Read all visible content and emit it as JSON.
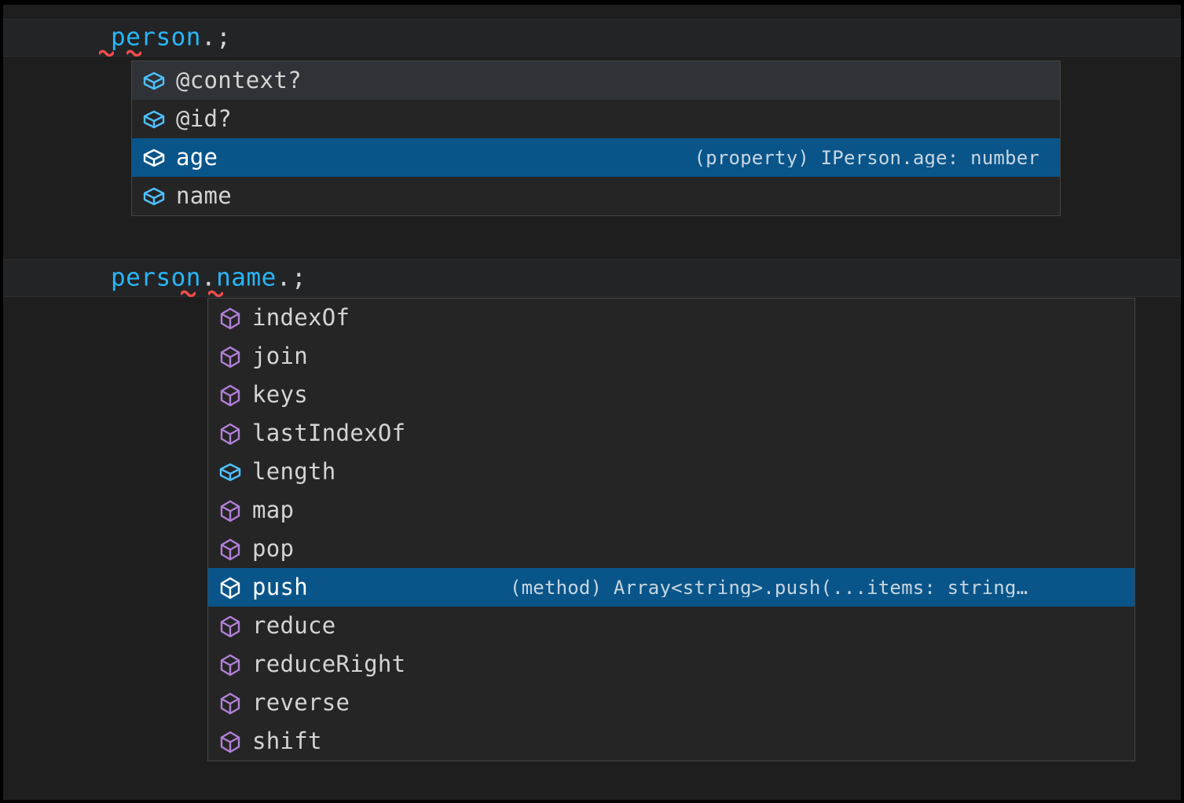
{
  "editor": {
    "background_color": "#1e1e1e",
    "selection_color": "#09558a",
    "identifier_color": "#29b6f6",
    "punctuation_color": "#d4d4d4",
    "error_squiggle_color": "#f14c4c",
    "method_icon_color": "#b180d7",
    "property_icon_color": "#4fc1ff",
    "selected_icon_color": "#ffffff"
  },
  "lines": [
    {
      "id": "line-1",
      "segments": [
        {
          "text": "person",
          "kind": "identifier"
        },
        {
          "text": ".;",
          "kind": "punctuation"
        }
      ],
      "full_text": "person.;"
    },
    {
      "id": "line-2",
      "segments": [
        {
          "text": "person",
          "kind": "identifier"
        },
        {
          "text": ".",
          "kind": "punctuation"
        },
        {
          "text": "name",
          "kind": "identifier"
        },
        {
          "text": ".;",
          "kind": "punctuation"
        }
      ],
      "full_text": "person.name.;"
    }
  ],
  "suggest_widgets": [
    {
      "id": "suggest-widget-person",
      "items": [
        {
          "label": "@context?",
          "icon": "property-cube-icon",
          "icon_kind": "property",
          "state": "hovered",
          "detail": ""
        },
        {
          "label": "@id?",
          "icon": "property-cube-icon",
          "icon_kind": "property",
          "state": "normal",
          "detail": ""
        },
        {
          "label": "age",
          "icon": "property-cube-icon",
          "icon_kind": "property",
          "state": "selected",
          "detail": "(property) IPerson.age: number"
        },
        {
          "label": "name",
          "icon": "property-cube-icon",
          "icon_kind": "property",
          "state": "normal",
          "detail": ""
        }
      ]
    },
    {
      "id": "suggest-widget-name",
      "items": [
        {
          "label": "indexOf",
          "icon": "method-cube-icon",
          "icon_kind": "method",
          "state": "normal",
          "detail": ""
        },
        {
          "label": "join",
          "icon": "method-cube-icon",
          "icon_kind": "method",
          "state": "normal",
          "detail": ""
        },
        {
          "label": "keys",
          "icon": "method-cube-icon",
          "icon_kind": "method",
          "state": "normal",
          "detail": ""
        },
        {
          "label": "lastIndexOf",
          "icon": "method-cube-icon",
          "icon_kind": "method",
          "state": "normal",
          "detail": ""
        },
        {
          "label": "length",
          "icon": "property-cube-icon",
          "icon_kind": "property",
          "state": "normal",
          "detail": ""
        },
        {
          "label": "map",
          "icon": "method-cube-icon",
          "icon_kind": "method",
          "state": "normal",
          "detail": ""
        },
        {
          "label": "pop",
          "icon": "method-cube-icon",
          "icon_kind": "method",
          "state": "normal",
          "detail": ""
        },
        {
          "label": "push",
          "icon": "method-cube-icon",
          "icon_kind": "method",
          "state": "selected",
          "detail": "(method) Array<string>.push(...items: string…"
        },
        {
          "label": "reduce",
          "icon": "method-cube-icon",
          "icon_kind": "method",
          "state": "normal",
          "detail": ""
        },
        {
          "label": "reduceRight",
          "icon": "method-cube-icon",
          "icon_kind": "method",
          "state": "normal",
          "detail": ""
        },
        {
          "label": "reverse",
          "icon": "method-cube-icon",
          "icon_kind": "method",
          "state": "normal",
          "detail": ""
        },
        {
          "label": "shift",
          "icon": "method-cube-icon",
          "icon_kind": "method",
          "state": "normal",
          "detail": ""
        }
      ]
    }
  ]
}
